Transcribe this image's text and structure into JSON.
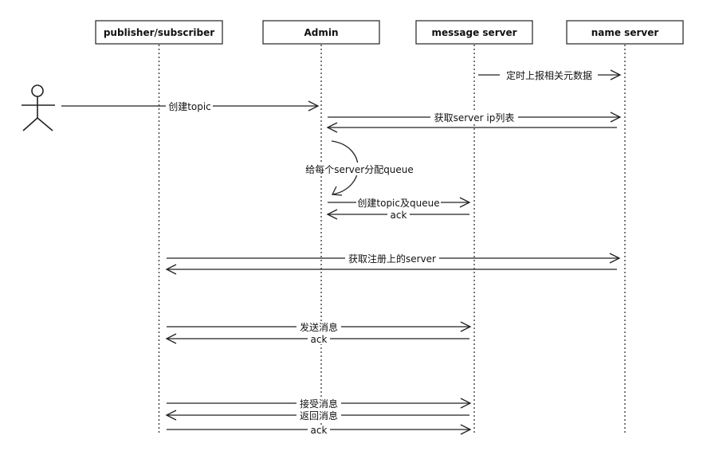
{
  "participants": [
    {
      "id": "client",
      "label": "publisher/subscriber"
    },
    {
      "id": "admin",
      "label": "Admin"
    },
    {
      "id": "msg",
      "label": "message server"
    },
    {
      "id": "name",
      "label": "name server"
    }
  ],
  "messages": [
    {
      "from": "msg",
      "to": "name",
      "label": "定时上报相关元数据"
    },
    {
      "from": "actor",
      "to": "admin",
      "label": "创建topic"
    },
    {
      "from": "admin",
      "to": "name",
      "label": "获取server ip列表"
    },
    {
      "from": "name",
      "to": "admin",
      "label": ""
    },
    {
      "self": "admin",
      "label": "给每个server分配queue"
    },
    {
      "from": "admin",
      "to": "msg",
      "label": "创建topic及queue"
    },
    {
      "from": "msg",
      "to": "admin",
      "label": "ack"
    },
    {
      "from": "client",
      "to": "name",
      "label": "获取注册上的server"
    },
    {
      "from": "name",
      "to": "client",
      "label": ""
    },
    {
      "from": "client",
      "to": "msg",
      "label": "发送消息"
    },
    {
      "from": "msg",
      "to": "client",
      "label": "ack"
    },
    {
      "from": "client",
      "to": "msg",
      "label": "接受消息"
    },
    {
      "from": "msg",
      "to": "client",
      "label": "返回消息"
    },
    {
      "from": "client",
      "to": "msg",
      "label": "ack"
    }
  ]
}
